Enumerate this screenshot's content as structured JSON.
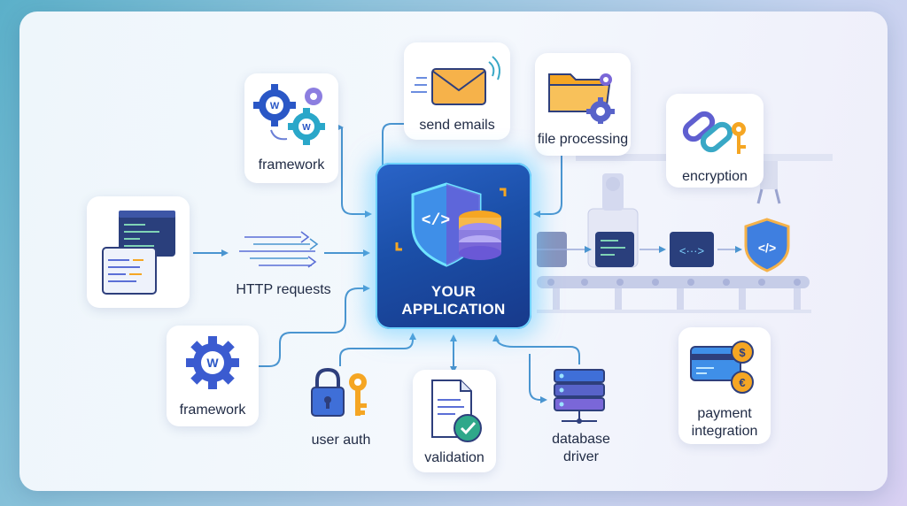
{
  "core": {
    "title_line1": "YOUR",
    "title_line2": "APPLICATION",
    "icon": "shield-database-icon"
  },
  "nodes": {
    "framework_top": {
      "label": "framework",
      "icon": "gears-icon"
    },
    "send_emails": {
      "label": "send emails",
      "icon": "envelope-icon"
    },
    "file_processing": {
      "label": "file processing",
      "icon": "folder-gear-icon"
    },
    "encryption": {
      "label": "encryption",
      "icon": "chain-key-icon"
    },
    "http_requests": {
      "label": "HTTP requests",
      "icon": "code-windows-icon"
    },
    "framework_bottom": {
      "label": "framework",
      "icon": "gear-icon"
    },
    "user_auth": {
      "label": "user auth",
      "icon": "lock-key-icon"
    },
    "validation": {
      "label": "validation",
      "icon": "document-check-icon"
    },
    "database_driver": {
      "label": "database driver",
      "icon": "server-icon"
    },
    "payment_integration": {
      "label": "payment integration",
      "icon": "card-coins-icon"
    }
  },
  "conveyor": {
    "icon": "conveyor-belt-icon",
    "code_symbol": "<···>",
    "shield_symbol": "</>"
  },
  "colors": {
    "arrow": "#4a95d0",
    "core": "#1e56b4",
    "accent_orange": "#f5a623",
    "accent_purple": "#7a67d8",
    "accent_green": "#2fa88a"
  }
}
